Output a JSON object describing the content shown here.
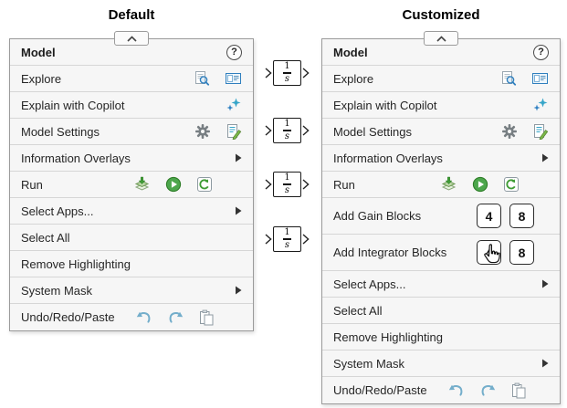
{
  "titles": {
    "default": "Default",
    "customized": "Customized"
  },
  "menu": {
    "header_title": "Model"
  },
  "icons": {
    "help": "?"
  },
  "menus": {
    "default": {
      "items": [
        {
          "label": "Explore",
          "icons": [
            "model-explorer",
            "model-browser"
          ]
        },
        {
          "label": "Explain with Copilot",
          "icons": [
            "copilot-sparkle"
          ]
        },
        {
          "label": "Model Settings",
          "icons": [
            "gear",
            "config-doc"
          ]
        },
        {
          "label": "Information Overlays",
          "submenu": true
        },
        {
          "label": "Run",
          "icons": [
            "update-diagram",
            "run-play",
            "step-forward"
          ]
        },
        {
          "label": "Select Apps...",
          "submenu": true
        },
        {
          "label": "Select All"
        },
        {
          "label": "Remove Highlighting"
        },
        {
          "label": "System Mask",
          "submenu": true
        },
        {
          "label": "Undo/Redo/Paste",
          "icons": [
            "undo",
            "redo",
            "paste"
          ]
        }
      ]
    },
    "customized": {
      "items": [
        {
          "label": "Explore",
          "icons": [
            "model-explorer",
            "model-browser"
          ]
        },
        {
          "label": "Explain with Copilot",
          "icons": [
            "copilot-sparkle"
          ]
        },
        {
          "label": "Model Settings",
          "icons": [
            "gear",
            "config-doc"
          ]
        },
        {
          "label": "Information Overlays",
          "submenu": true
        },
        {
          "label": "Run",
          "icons": [
            "update-diagram",
            "run-play",
            "step-forward"
          ]
        },
        {
          "label": "Add Gain Blocks",
          "buttons": [
            "4",
            "8"
          ]
        },
        {
          "label": "Add Integrator Blocks",
          "buttons": [
            "4",
            "8"
          ]
        },
        {
          "label": "Select Apps...",
          "submenu": true
        },
        {
          "label": "Select All"
        },
        {
          "label": "Remove Highlighting"
        },
        {
          "label": "System Mask",
          "submenu": true
        },
        {
          "label": "Undo/Redo/Paste",
          "icons": [
            "undo",
            "redo",
            "paste"
          ]
        }
      ]
    }
  },
  "integrator_block": {
    "numerator": "1",
    "denominator": "s"
  }
}
